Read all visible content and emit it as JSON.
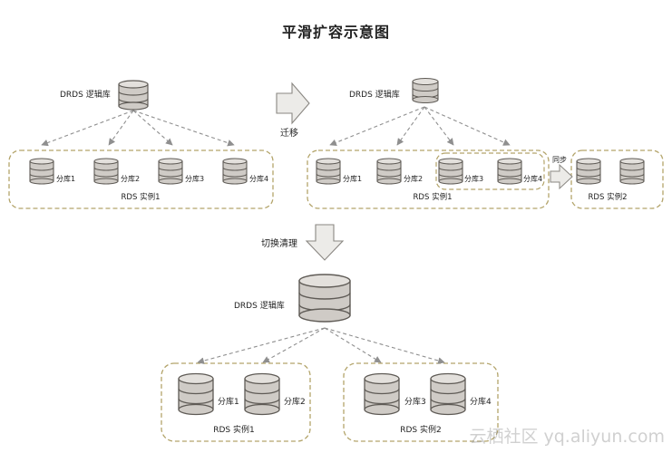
{
  "title": "平滑扩容示意图",
  "labels": {
    "drds": "DRDS 逻辑库",
    "migrate": "迁移",
    "sync": "同步",
    "switch_clean": "切换清理",
    "db1": "分库1",
    "db2": "分库2",
    "db3": "分库3",
    "db4": "分库4",
    "rds1": "RDS 实例1",
    "rds2": "RDS 实例2"
  },
  "watermark": "云栖社区 yq.aliyun.com",
  "colors": {
    "db_fill": "#cfcbc6",
    "db_stroke": "#5f5b56",
    "dashed_box": "#b3a46a",
    "arrow_fill": "#ecebe8",
    "arrow_stroke": "#8a8782",
    "connector": "#8f8f8f"
  }
}
